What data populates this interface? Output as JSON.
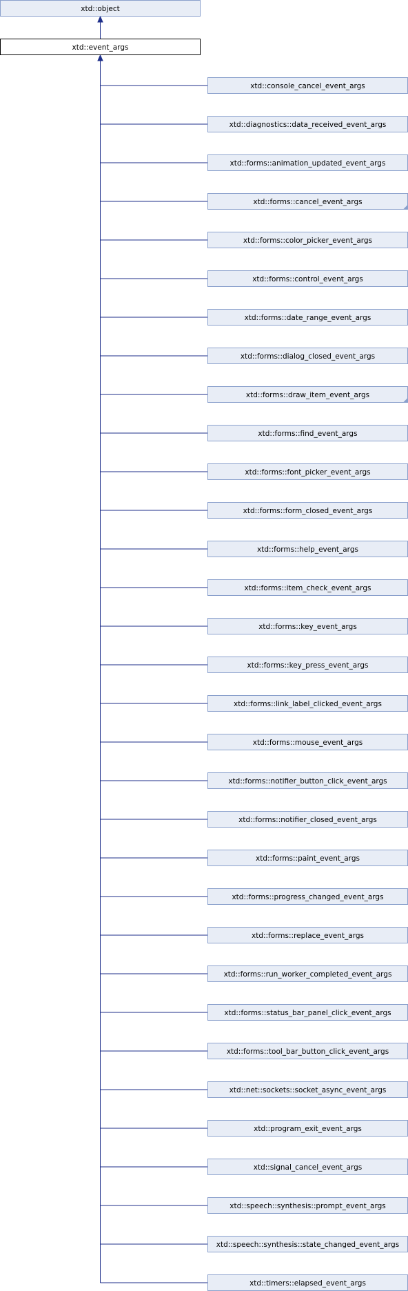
{
  "diagram": {
    "base": {
      "label": "xtd::object",
      "link": true
    },
    "current": {
      "label": "xtd::event_args",
      "link": false
    },
    "derived": [
      {
        "label": "xtd::console_cancel_event_args",
        "collapsed": false
      },
      {
        "label": "xtd::diagnostics::data_received_event_args",
        "collapsed": false
      },
      {
        "label": "xtd::forms::animation_updated_event_args",
        "collapsed": false
      },
      {
        "label": "xtd::forms::cancel_event_args",
        "collapsed": true
      },
      {
        "label": "xtd::forms::color_picker_event_args",
        "collapsed": false
      },
      {
        "label": "xtd::forms::control_event_args",
        "collapsed": false
      },
      {
        "label": "xtd::forms::date_range_event_args",
        "collapsed": false
      },
      {
        "label": "xtd::forms::dialog_closed_event_args",
        "collapsed": false
      },
      {
        "label": "xtd::forms::draw_item_event_args",
        "collapsed": true
      },
      {
        "label": "xtd::forms::find_event_args",
        "collapsed": false
      },
      {
        "label": "xtd::forms::font_picker_event_args",
        "collapsed": false
      },
      {
        "label": "xtd::forms::form_closed_event_args",
        "collapsed": false
      },
      {
        "label": "xtd::forms::help_event_args",
        "collapsed": false
      },
      {
        "label": "xtd::forms::item_check_event_args",
        "collapsed": false
      },
      {
        "label": "xtd::forms::key_event_args",
        "collapsed": false
      },
      {
        "label": "xtd::forms::key_press_event_args",
        "collapsed": false
      },
      {
        "label": "xtd::forms::link_label_clicked_event_args",
        "collapsed": false
      },
      {
        "label": "xtd::forms::mouse_event_args",
        "collapsed": false
      },
      {
        "label": "xtd::forms::notifier_button_click_event_args",
        "collapsed": false
      },
      {
        "label": "xtd::forms::notifier_closed_event_args",
        "collapsed": false
      },
      {
        "label": "xtd::forms::paint_event_args",
        "collapsed": false
      },
      {
        "label": "xtd::forms::progress_changed_event_args",
        "collapsed": false
      },
      {
        "label": "xtd::forms::replace_event_args",
        "collapsed": false
      },
      {
        "label": "xtd::forms::run_worker_completed_event_args",
        "collapsed": false
      },
      {
        "label": "xtd::forms::status_bar_panel_click_event_args",
        "collapsed": false
      },
      {
        "label": "xtd::forms::tool_bar_button_click_event_args",
        "collapsed": false
      },
      {
        "label": "xtd::net::sockets::socket_async_event_args",
        "collapsed": false
      },
      {
        "label": "xtd::program_exit_event_args",
        "collapsed": false
      },
      {
        "label": "xtd::signal_cancel_event_args",
        "collapsed": false
      },
      {
        "label": "xtd::speech::synthesis::prompt_event_args",
        "collapsed": false
      },
      {
        "label": "xtd::speech::synthesis::state_changed_event_args",
        "collapsed": false
      },
      {
        "label": "xtd::timers::elapsed_event_args",
        "collapsed": false
      }
    ],
    "colors": {
      "link_fill": "#e8edf6",
      "link_stroke": "#8aa0cc",
      "current_fill": "#ffffff",
      "current_stroke": "#000000",
      "edge": "#1d2e8a",
      "collapse_marker": "#8aa0cc"
    }
  }
}
